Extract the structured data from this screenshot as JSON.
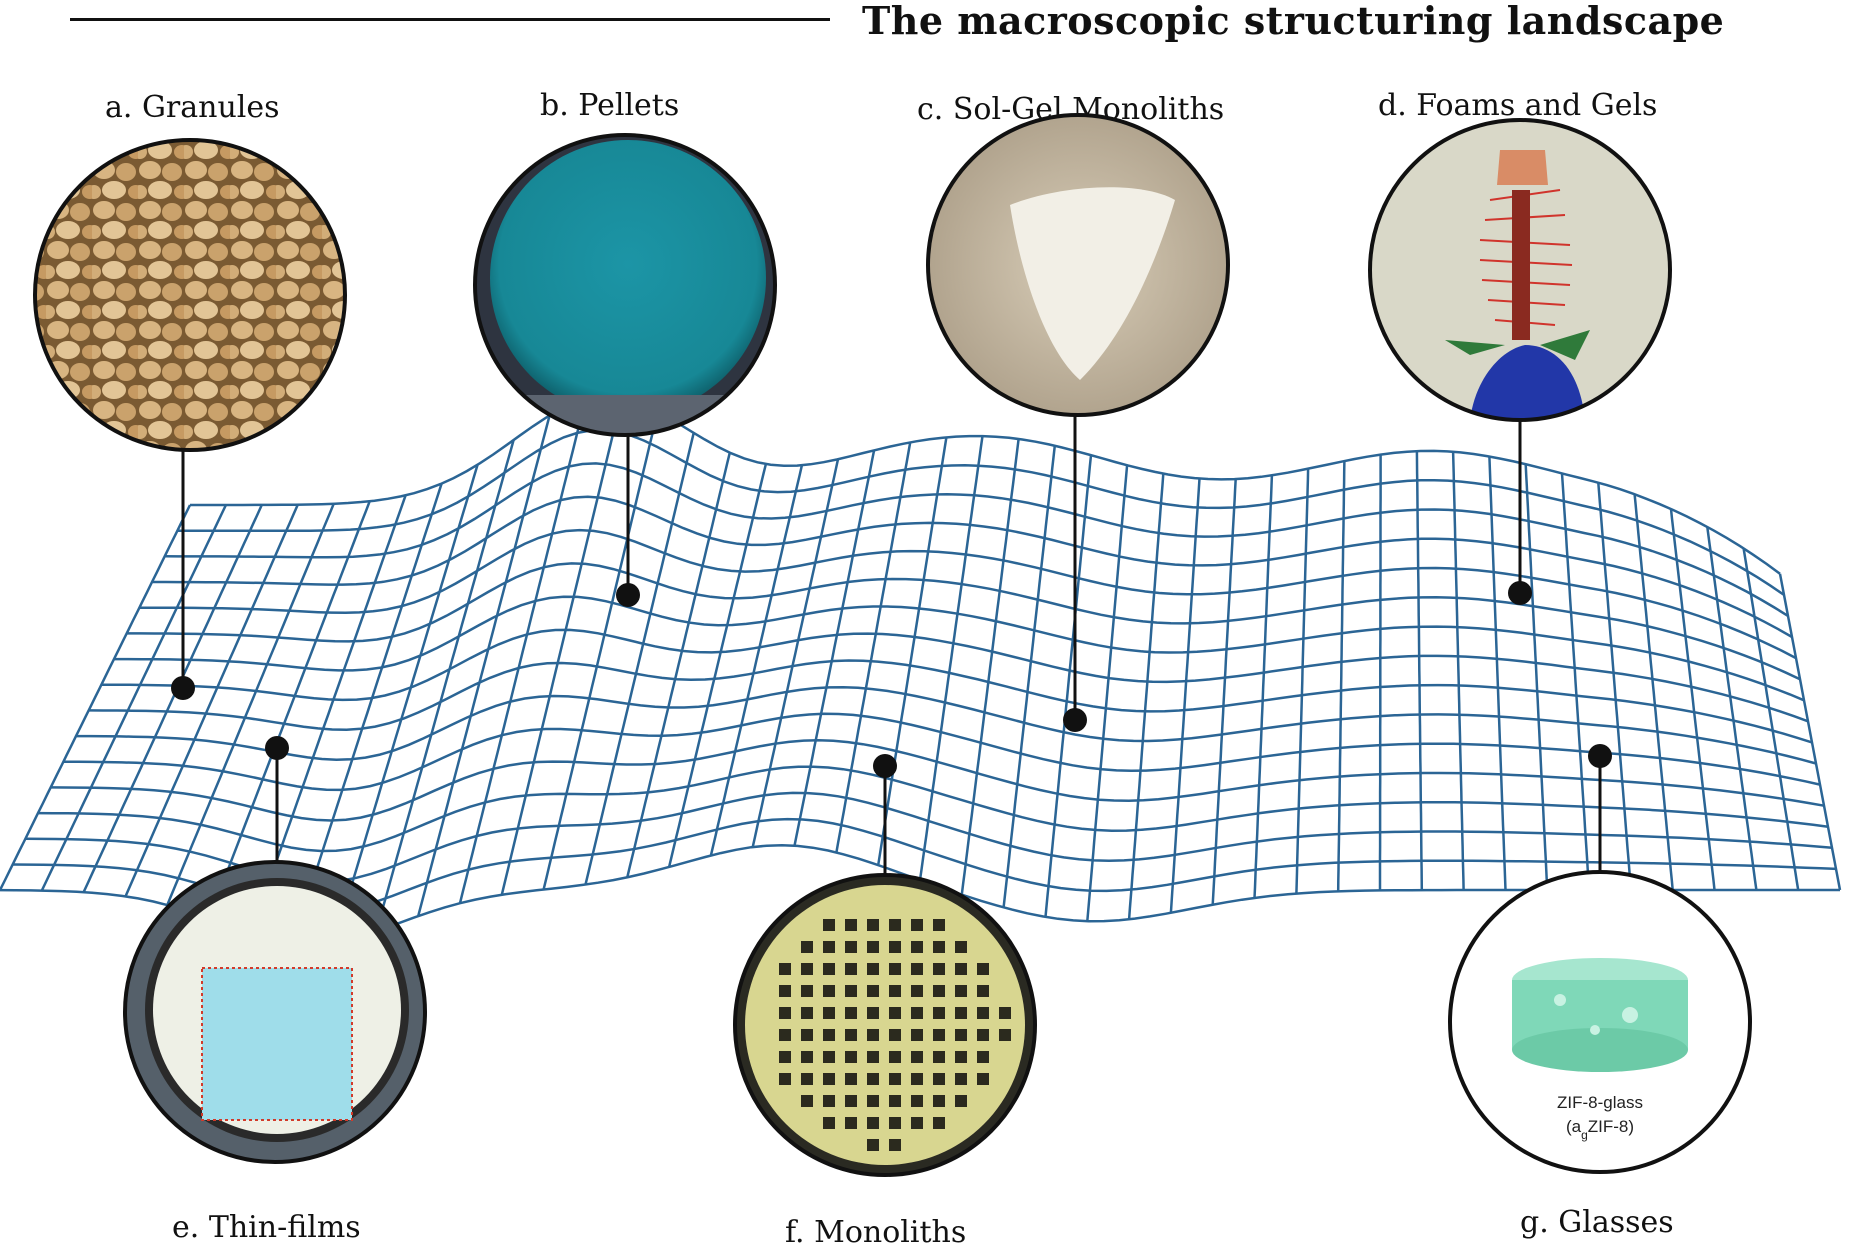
{
  "header": {
    "title": "The macroscopic structuring landscape"
  },
  "items": [
    {
      "id": "a",
      "label": "a. Granules"
    },
    {
      "id": "b",
      "label": "b. Pellets"
    },
    {
      "id": "c",
      "label": "c. Sol-Gel Monoliths"
    },
    {
      "id": "d",
      "label": "d. Foams and Gels"
    },
    {
      "id": "e",
      "label": "e. Thin-films"
    },
    {
      "id": "f",
      "label": "f. Monoliths"
    },
    {
      "id": "g",
      "label": "g. Glasses"
    }
  ],
  "glass_caption": {
    "line1": "ZIF-8-glass",
    "line2_prefix": "(a",
    "line2_sub": "g",
    "line2_suffix": "ZIF-8)"
  },
  "colors": {
    "mesh": "#2B6595",
    "pellet": "#1C95A6",
    "glass": "#7FD8B8",
    "thin_film": "#9FDDEA",
    "monolith": "#D8D690"
  }
}
